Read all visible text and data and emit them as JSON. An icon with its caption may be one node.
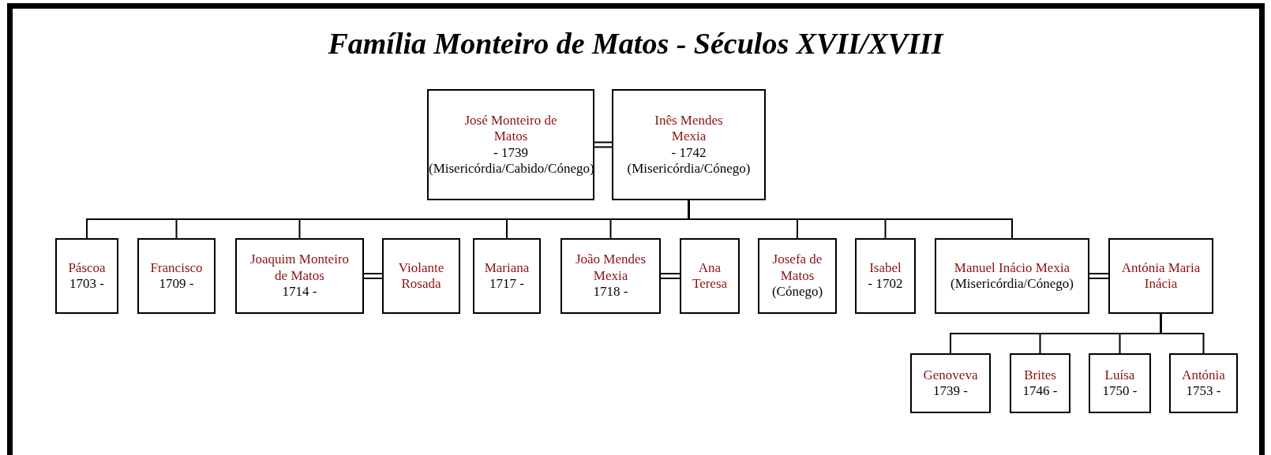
{
  "diagram": {
    "title": "Família Monteiro de Matos - Séculos XVII/XVIII",
    "nodes": [
      {
        "text": [
          "José Monteiro de Matos",
          "- 1739",
          "(Misericórdia/Cabido/Cónego)"
        ]
      },
      {
        "text": [
          "Inês Mendes Mexia",
          "- 1742",
          "(Misericórdia/Cónego)"
        ]
      },
      {
        "text": [
          "Páscoa",
          "1703 -"
        ]
      },
      {
        "text": [
          "Francisco",
          "1709 -"
        ]
      },
      {
        "text": [
          "Joaquim Monteiro de Matos",
          "1714 -"
        ]
      },
      {
        "text": [
          "Violante Rosada"
        ]
      },
      {
        "text": [
          "Mariana",
          "1717 -"
        ]
      },
      {
        "text": [
          "João Mendes Mexia",
          "1718 -"
        ]
      },
      {
        "text": [
          "Ana Teresa"
        ]
      },
      {
        "text": [
          "Josefa de Matos",
          "(Cónego)"
        ]
      },
      {
        "text": [
          "Isabel",
          "- 1702"
        ]
      },
      {
        "text": [
          "Manuel Inácio Mexia",
          "(Misericórdia/Cónego)"
        ]
      },
      {
        "text": [
          "Antónia Maria Inácia"
        ]
      },
      {
        "text": [
          "Genoveva",
          "1739 -"
        ]
      },
      {
        "text": [
          "Brites",
          "1746 -"
        ]
      },
      {
        "text": [
          "Luísa",
          "1750 -"
        ]
      },
      {
        "text": [
          "Antónia",
          "1753 -"
        ]
      }
    ],
    "edges": [
      {
        "from": 0,
        "to": 1,
        "arrow": "none"
      },
      {
        "from": 1,
        "to": 2,
        "arrow": "none"
      },
      {
        "from": 1,
        "to": 3,
        "arrow": "none"
      },
      {
        "from": 1,
        "to": 4,
        "arrow": "none"
      },
      {
        "from": 1,
        "to": 6,
        "arrow": "none"
      },
      {
        "from": 1,
        "to": 7,
        "arrow": "none"
      },
      {
        "from": 1,
        "to": 9,
        "arrow": "none"
      },
      {
        "from": 1,
        "to": 10,
        "arrow": "none"
      },
      {
        "from": 1,
        "to": 11,
        "arrow": "none"
      },
      {
        "from": 4,
        "to": 5,
        "arrow": "none"
      },
      {
        "from": 7,
        "to": 8,
        "arrow": "none"
      },
      {
        "from": 11,
        "to": 12,
        "arrow": "none"
      },
      {
        "from": 12,
        "to": 13,
        "arrow": "none"
      },
      {
        "from": 12,
        "to": 14,
        "arrow": "none"
      },
      {
        "from": 12,
        "to": 15,
        "arrow": "none"
      },
      {
        "from": 12,
        "to": 16,
        "arrow": "none"
      }
    ]
  }
}
